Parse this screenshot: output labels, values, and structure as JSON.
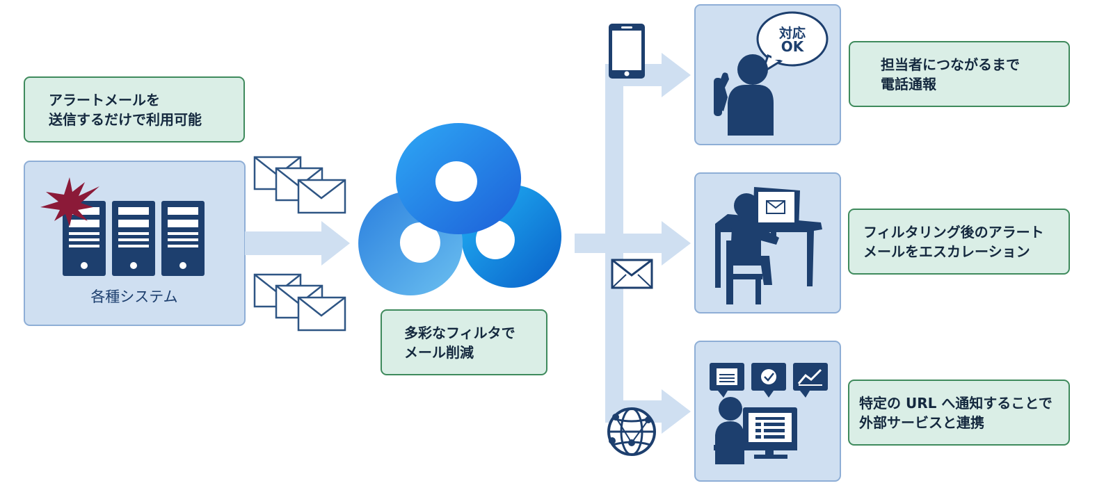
{
  "notes": {
    "alert_mail": [
      "アラートメールを",
      "送信するだけで利用可能"
    ],
    "filter": [
      "多彩なフィルタで",
      "メール削減"
    ],
    "phone": [
      "担当者につながるまで",
      "電話通報"
    ],
    "escalation": [
      "フィルタリング後のアラート",
      "メールをエスカレーション"
    ],
    "webhook": [
      "特定の URL へ通知することで",
      "外部サービスと連携"
    ]
  },
  "systems_label": "各種システム",
  "speech_bubble": [
    "対応",
    "OK"
  ],
  "icons": {
    "servers": "server-rack-icon",
    "alert": "alert-burst-icon",
    "mail": "envelope-icon",
    "logo": "three-loop-logo-icon",
    "phone": "smartphone-icon",
    "globe": "globe-network-icon",
    "operator": "person-on-phone-icon",
    "desk": "person-at-computer-icon",
    "integration": "person-with-dashboard-icon"
  },
  "colors": {
    "navy": "#1d3f6e",
    "panel": "#cfdff1",
    "note": "#daeee6",
    "note_border": "#3e8a5c",
    "arrow": "#cfdff1",
    "alert": "#8b1a38",
    "logo_blue": "#1e78e0"
  }
}
